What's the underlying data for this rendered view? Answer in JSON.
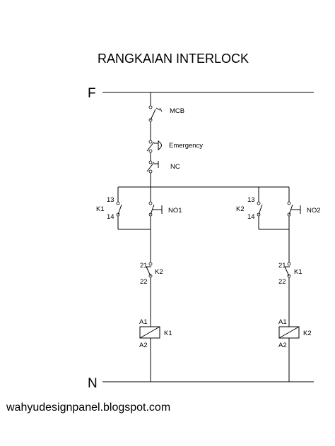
{
  "title": "RANGKAIAN INTERLOCK",
  "rails": {
    "top": "F",
    "bottom": "N"
  },
  "components": {
    "mcb": "MCB",
    "emergency": "Emergency",
    "nc": "NC",
    "left_hold_label": "K1",
    "left_hold_t1": "13",
    "left_hold_t2": "14",
    "left_pb": "NO1",
    "right_hold_label": "K2",
    "right_hold_t1": "13",
    "right_hold_t2": "14",
    "right_pb": "NO2",
    "left_interlock_label": "K2",
    "left_interlock_t1": "21",
    "left_interlock_t2": "22",
    "right_interlock_label": "K1",
    "right_interlock_t1": "21",
    "right_interlock_t2": "22",
    "left_coil_label": "K1",
    "left_coil_a1": "A1",
    "left_coil_a2": "A2",
    "right_coil_label": "K2",
    "right_coil_a1": "A1",
    "right_coil_a2": "A2"
  },
  "footer": "wahyudesignpanel.blogspot.com"
}
